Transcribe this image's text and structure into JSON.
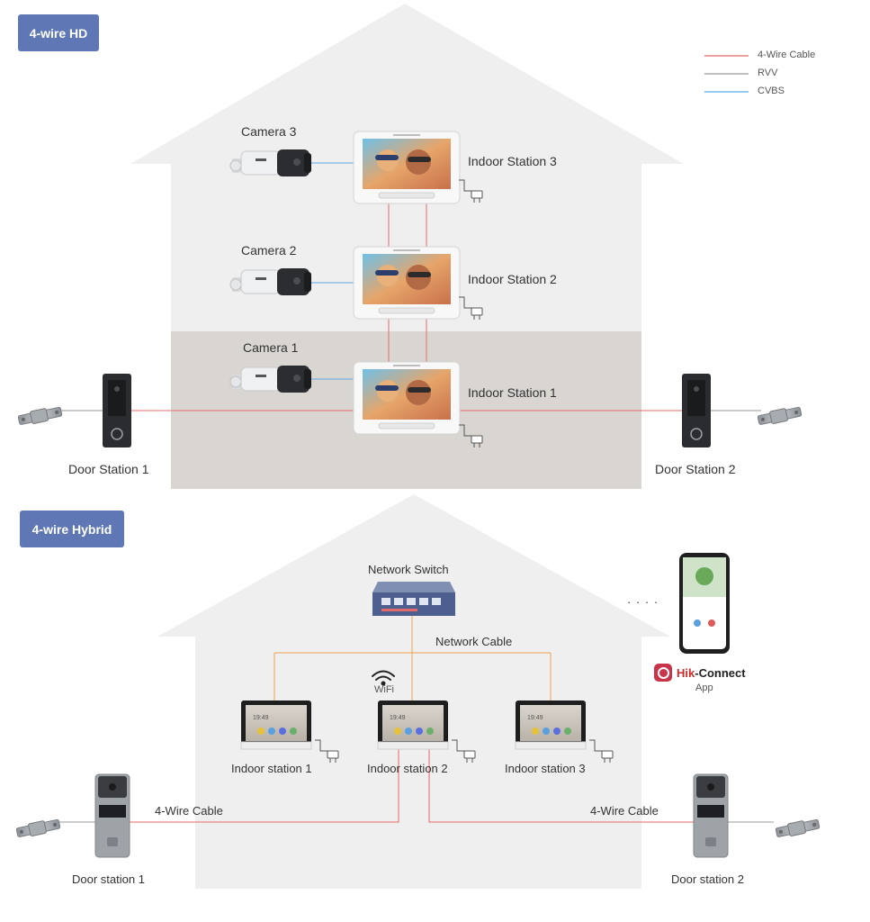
{
  "top_section": {
    "badge": "4-wire HD",
    "legend": [
      {
        "label": "4-Wire Cable",
        "color": "#e86a6a"
      },
      {
        "label": "RVV",
        "color": "#9a9a9a"
      },
      {
        "label": "CVBS",
        "color": "#5aa9e6"
      }
    ],
    "cameras": [
      "Camera 3",
      "Camera 2",
      "Camera 1"
    ],
    "indoor_stations": [
      "Indoor Station 3",
      "Indoor Station 2",
      "Indoor Station 1"
    ],
    "door_stations": [
      "Door Station 1",
      "Door Station 2"
    ]
  },
  "bottom_section": {
    "badge": "4-wire Hybrid",
    "network_switch": "Network Switch",
    "network_cable": "Network Cable",
    "wifi": "WiFi",
    "dots": "· · · ·",
    "app_brand_red": "Hik",
    "app_brand_dark": "-Connect",
    "app_label": "App",
    "indoor_stations": [
      "Indoor station 1",
      "Indoor station 2",
      "Indoor station 3"
    ],
    "screen_time": "19:49",
    "cable_labels": [
      "4-Wire Cable",
      "4-Wire Cable"
    ],
    "door_stations": [
      "Door station 1",
      "Door station 2"
    ]
  },
  "colors": {
    "four_wire": "#e86a6a",
    "rvv": "#9a9a9a",
    "cvbs": "#5aa9e6",
    "network": "#f0a050",
    "badge": "#5f78b5"
  }
}
